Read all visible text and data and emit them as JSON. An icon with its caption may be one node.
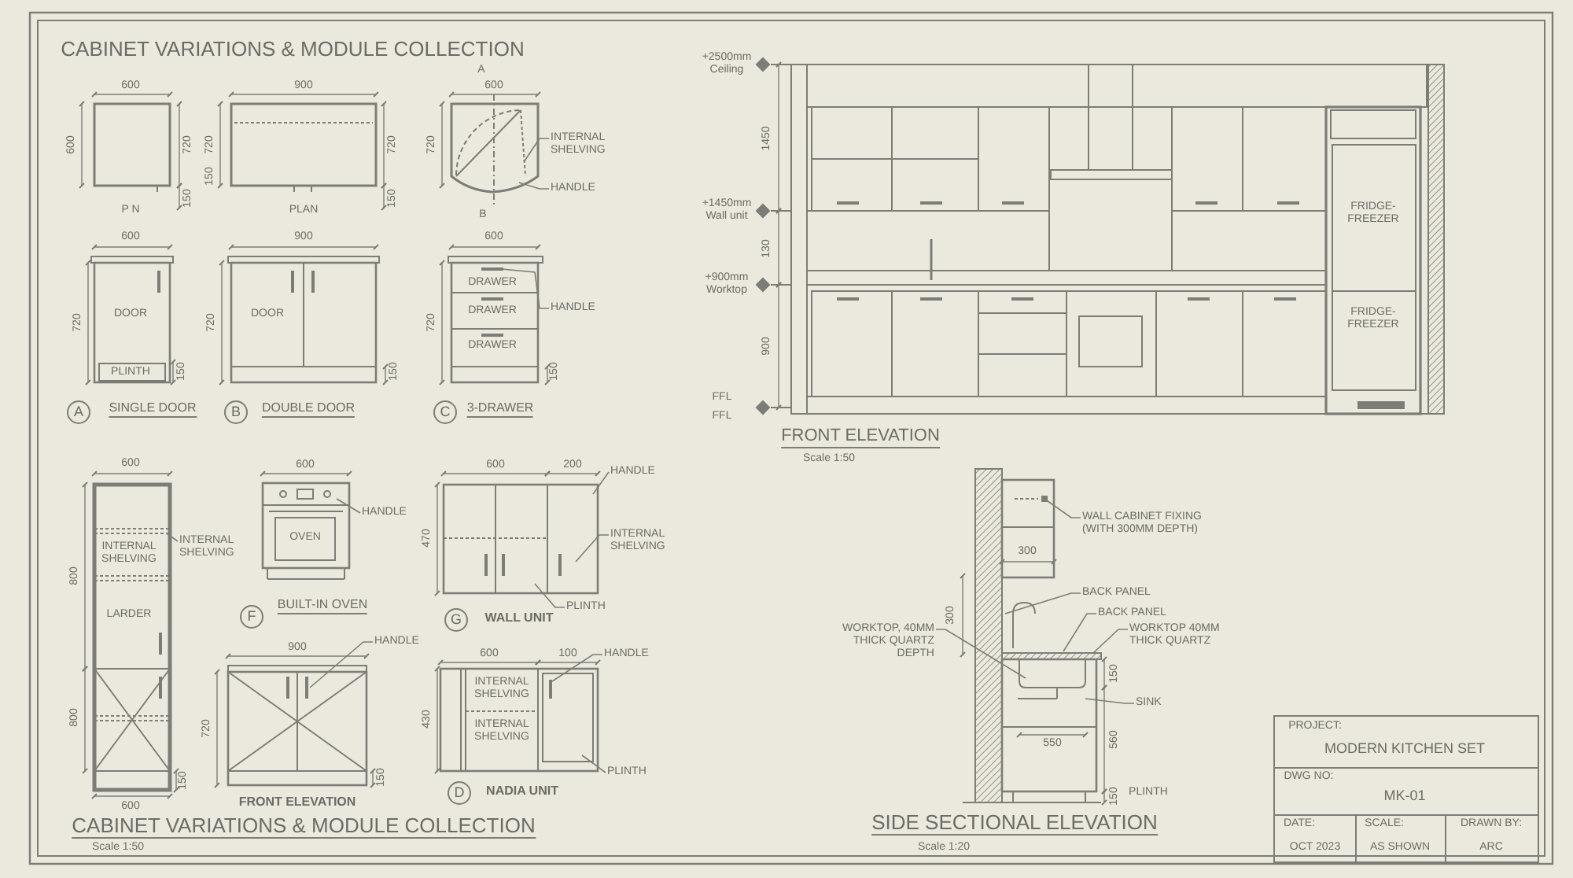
{
  "diagram": {
    "title": "CABINET VARIATIONS & MODULE COLLECTION",
    "nodes": [
      {
        "text": [
          "INTERNAL SHELVING"
        ]
      },
      {
        "text": [
          "HANDLE"
        ]
      },
      {
        "text": [
          "HANDLE"
        ]
      },
      {
        "text": [
          "INTERNAL SHELVING"
        ]
      },
      {
        "text": [
          "HANDLE"
        ]
      },
      {
        "text": [
          "HANDLE"
        ]
      },
      {
        "text": [
          "INTERNAL SHELVING"
        ]
      },
      {
        "text": [
          "PLINTH"
        ]
      },
      {
        "text": [
          "HANDLE"
        ]
      },
      {
        "text": [
          "HANDLE"
        ]
      },
      {
        "text": [
          "PLINTH"
        ]
      },
      {
        "text": [
          "WALL CABINET FIXING (WITH 300MM DEPTH)"
        ]
      },
      {
        "text": [
          "BACK PANEL"
        ]
      },
      {
        "text": [
          "BACK PANEL"
        ]
      },
      {
        "text": [
          "WORKTOP 40MM THICK QUARTZ"
        ]
      },
      {
        "text": [
          "WORKTOP, 40MM THICK QUARTZ DEPTH"
        ]
      },
      {
        "text": [
          "SINK"
        ]
      },
      {
        "text": [
          "DRAWER",
          "DRAWER",
          "DRAWER"
        ]
      },
      {
        "text": [
          "INTERNAL SHELVING",
          "LARDER"
        ]
      },
      {
        "text": [
          "INTERNAL SHELVING",
          "INTERNAL SHELVING"
        ]
      },
      {
        "text": [
          "300"
        ]
      }
    ],
    "edges": [
      {
        "from": 0,
        "to": null,
        "arrow": "none"
      },
      {
        "from": 1,
        "to": null,
        "arrow": "none"
      },
      {
        "from": 2,
        "to": 17,
        "arrow": "none"
      },
      {
        "from": 3,
        "to": 18,
        "arrow": "none"
      },
      {
        "from": 4,
        "to": null,
        "arrow": "none"
      },
      {
        "from": 5,
        "to": null,
        "arrow": "none"
      },
      {
        "from": 6,
        "to": null,
        "arrow": "none"
      },
      {
        "from": 7,
        "to": null,
        "arrow": "none"
      },
      {
        "from": 8,
        "to": null,
        "arrow": "none"
      },
      {
        "from": 9,
        "to": 19,
        "arrow": "none"
      },
      {
        "from": 10,
        "to": 19,
        "arrow": "none"
      },
      {
        "from": 11,
        "to": 20,
        "arrow": "none"
      },
      {
        "from": 12,
        "to": null,
        "arrow": "none"
      },
      {
        "from": 13,
        "to": null,
        "arrow": "none"
      },
      {
        "from": 14,
        "to": null,
        "arrow": "none"
      },
      {
        "from": 15,
        "to": null,
        "arrow": "none"
      },
      {
        "from": 16,
        "to": null,
        "arrow": "none"
      }
    ],
    "labels": [
      "600",
      "600",
      "720",
      "150",
      "P N",
      "900",
      "720",
      "150",
      "720",
      "150",
      "PLAN",
      "A",
      "600",
      "720",
      "B",
      "600",
      "720",
      "DOOR",
      "PLINTH",
      "150",
      "900",
      "720",
      "DOOR",
      "150",
      "600",
      "720",
      "150",
      "A",
      "SINGLE DOOR",
      "B",
      "DOUBLE DOOR",
      "C",
      "3-DRAWER",
      "600",
      "800",
      "800",
      "150",
      "600",
      "600",
      "OVEN",
      "F",
      "BUILT-IN OVEN",
      "600",
      "200",
      "470",
      "G",
      "WALL UNIT",
      "900",
      "720",
      "150",
      "FRONT ELEVATION",
      "600",
      "100",
      "430",
      "D",
      "NADIA UNIT",
      "CABINET VARIATIONS & MODULE COLLECTION",
      "Scale 1:50",
      "+2500mm Ceiling",
      "1450",
      "+1450mm Wall unit",
      "130",
      "+900mm Worktop",
      "900",
      "FFL",
      "FFL",
      "FRIDGE-FREEZER",
      "FRIDGE-FREEZER",
      "FRONT ELEVATION",
      "Scale 1:50",
      "300",
      "150",
      "550",
      "560",
      "150",
      "PLINTH",
      "SIDE SECTIONAL ELEVATION",
      "Scale 1:20",
      "PROJECT:",
      "MODERN KITCHEN SET",
      "DWG NO:",
      "MK-01",
      "DATE:",
      "SCALE:",
      "DRAWN BY:",
      "OCT 2023",
      "AS SHOWN",
      "ARC"
    ]
  }
}
